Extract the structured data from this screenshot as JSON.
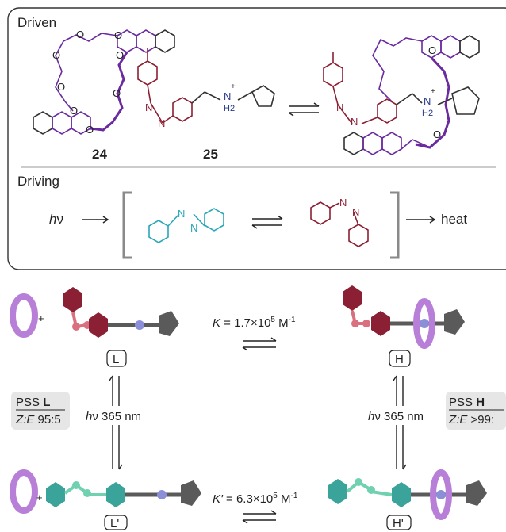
{
  "sections": {
    "driven": "Driven",
    "driving": "Driving"
  },
  "compounds": {
    "crown": "24",
    "axle": "25"
  },
  "chem": {
    "nh2_plus": "+",
    "n": "N",
    "h2": "H2",
    "o": "O"
  },
  "driving": {
    "light_h": "h",
    "light_nu": "ν",
    "heat": "heat"
  },
  "states": {
    "L": "L",
    "H": "H",
    "Lp": "L'",
    "Hp": "H'",
    "plus": "+"
  },
  "equilibria": {
    "top": {
      "k": "K",
      "eq": " = 1.7×10",
      "exp": "5",
      "unit": " M",
      "unit_exp": "-1"
    },
    "bottom": {
      "k": "K'",
      "eq": " = 6.3×10",
      "exp": "5",
      "unit": " M",
      "unit_exp": "-1"
    }
  },
  "irradiation": {
    "h": "h",
    "rest": "ν 365 nm"
  },
  "pss": {
    "left": {
      "prefix": "PSS ",
      "state": "L",
      "ratio_label": "Z:E",
      "ratio": " 95:5"
    },
    "right": {
      "prefix": "PSS ",
      "state": "H",
      "ratio_label": "Z:E",
      "ratio": " >99:"
    }
  },
  "colors": {
    "purple": "#6a2aa0",
    "macro": "#b87fd8",
    "maroon": "#8b1f33",
    "maroon_light": "#d9707f",
    "teal": "#3aa39a",
    "teal_light": "#6fd1b0",
    "grey": "#5a5a5a",
    "blue": "#8a8fd8",
    "azo_teal": "#2aa7b8"
  }
}
